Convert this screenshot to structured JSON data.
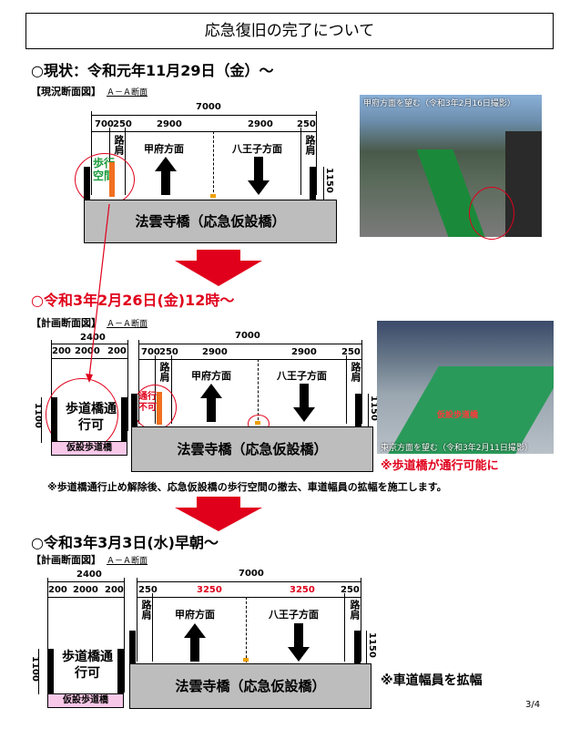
{
  "page": {
    "title": "応急復旧の完了について",
    "page_number": "3/4"
  },
  "section1": {
    "heading": "○現状：令和元年11月29日（金）～",
    "label": "【現況断面図】",
    "section": "Ａ－Ａ断面",
    "total_width": "7000",
    "widths": [
      "700",
      "250",
      "2900",
      "2900",
      "250"
    ],
    "shoulder": "路肩",
    "walk_space": "歩行空間",
    "dir_left": "甲府方面",
    "dir_right": "八王子方面",
    "height": "1150",
    "bridge": "法雲寺橋（応急仮設橋）",
    "photo_caption": "甲府方面を望む（令和3年2月16日撮影）"
  },
  "section2": {
    "heading": "○令和3年2月26日(金)12時～",
    "label": "【計画断面図】",
    "section": "Ａ－Ａ断面",
    "ped_total": "2400",
    "ped_widths": [
      "200",
      "2000",
      "200"
    ],
    "ped_status": "歩道橋通行可",
    "ped_height": "1100",
    "ped_bridge": "仮設歩道橋",
    "total_width": "7000",
    "widths": [
      "700",
      "250",
      "2900",
      "2900",
      "250"
    ],
    "shoulder": "路肩",
    "no_pass": "通行不可",
    "dir_left": "甲府方面",
    "dir_right": "八王子方面",
    "height": "1150",
    "bridge": "法雲寺橋（応急仮設橋）",
    "photo_label": "仮設歩道橋",
    "photo_caption": "東京方面を望む（令和3年2月11日撮影）",
    "callout": "※歩道橋が通行可能に",
    "note": "※歩道橋通行止め解除後、応急仮設橋の歩行空間の撤去、車道幅員の拡幅を施工します。"
  },
  "section3": {
    "heading": "○令和3年3月3日(水)早朝～",
    "label": "【計画断面図】",
    "section": "Ａ－Ａ断面",
    "ped_total": "2400",
    "ped_widths": [
      "200",
      "2000",
      "200"
    ],
    "ped_status": "歩道橋通行可",
    "ped_height": "1100",
    "ped_bridge": "仮設歩道橋",
    "total_width": "7000",
    "widths": [
      "250",
      "3250",
      "3250",
      "250"
    ],
    "shoulder": "路肩",
    "dir_left": "甲府方面",
    "dir_right": "八王子方面",
    "height": "1150",
    "bridge": "法雲寺橋（応急仮設橋）",
    "callout": "※車道幅員を拡幅"
  },
  "colors": {
    "red": "#e0001b",
    "deck": "#bdbdbd",
    "ped_fill": "#f8c8e8",
    "green": "#1a9a3a"
  }
}
